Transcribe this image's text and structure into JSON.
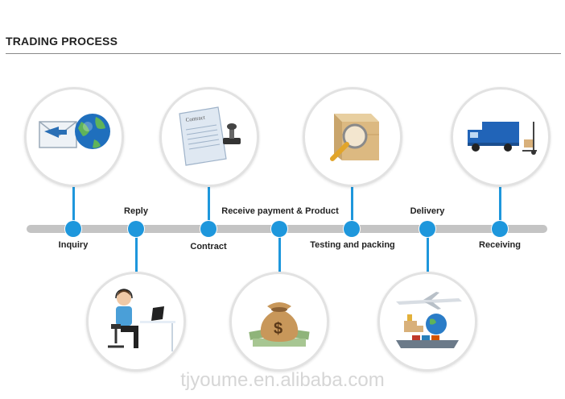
{
  "header": {
    "title": "TRADING PROCESS"
  },
  "steps": [
    {
      "label": "Inquiry"
    },
    {
      "label": "Reply"
    },
    {
      "label": "Contract"
    },
    {
      "label": "Receive payment & Product"
    },
    {
      "label": "Testing and packing"
    },
    {
      "label": "Delivery"
    },
    {
      "label": "Receiving"
    }
  ],
  "illustrations": {
    "contract_word": "Contract"
  },
  "icons": [
    "email-globe-icon",
    "customer-service-icon",
    "contract-stamp-icon",
    "money-bag-icon",
    "magnifier-box-icon",
    "logistics-icon",
    "delivery-truck-icon"
  ],
  "colors": {
    "accent": "#1e97dc",
    "timeline": "#c4c4c4",
    "circle_border": "#e2e2e2"
  },
  "footer": {
    "watermark": "tjyoume.en.alibaba.com"
  }
}
